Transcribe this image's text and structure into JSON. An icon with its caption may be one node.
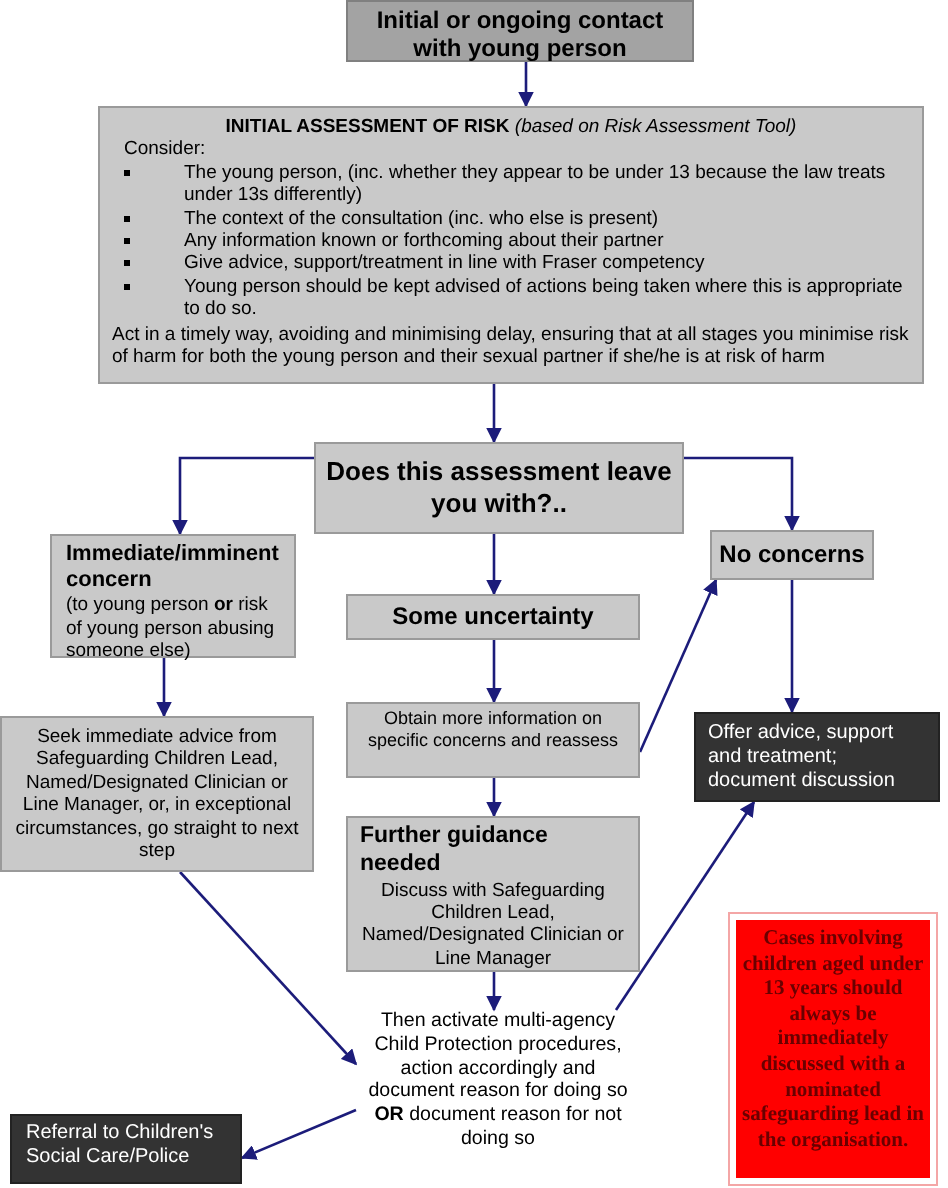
{
  "diagram": {
    "nodes": [
      {
        "text": [
          "Initial or ongoing contact with young person"
        ]
      },
      {
        "text": [
          "**INITIAL ASSESSMENT OF RISK** *(based on Risk Assessment Tool)*",
          "Consider:",
          "The young person, (inc. whether they appear to be under 13 because the law treats under 13s differently)",
          "The context of the consultation (inc. who else is present)",
          "Any information known or forthcoming about their partner",
          "Give advice, support/treatment in line with Fraser competency",
          "Young person should be kept advised of actions being taken where this is appropriate to do so.",
          "Act in a timely way, avoiding and minimising delay, ensuring that at all stages you minimise risk of harm for both the young person and their sexual partner if she/he is at risk of harm"
        ]
      },
      {
        "text": [
          "Does this assessment leave you with?.."
        ]
      },
      {
        "text": [
          "Immediate/imminent concern",
          "(to young person **or** risk of young person abusing someone else)"
        ]
      },
      {
        "text": [
          "No concerns"
        ]
      },
      {
        "text": [
          "Some uncertainty"
        ]
      },
      {
        "text": [
          "Seek immediate advice from Safeguarding Children Lead, Named/Designated Clinician or Line Manager, or, in exceptional circumstances, go straight to next step"
        ]
      },
      {
        "text": [
          "Obtain more information on specific concerns and reassess"
        ]
      },
      {
        "text": [
          "Offer advice, support and treatment; document discussion"
        ]
      },
      {
        "text": [
          "Further guidance needed",
          "Discuss with Safeguarding Children Lead, Named/Designated Clinician or Line Manager"
        ]
      },
      {
        "text": [
          "Then activate multi-agency Child Protection procedures, action accordingly and document reason for doing so **OR** document reason for not doing so"
        ]
      },
      {
        "text": [
          "Referral to Children's Social Care/Police"
        ]
      },
      {
        "text": [
          "Cases involving children aged under 13 years should always be immediately discussed with a nominated safeguarding lead in the organisation."
        ]
      }
    ],
    "edges": [
      {
        "from": 0,
        "to": 1,
        "arrow": "to"
      },
      {
        "from": 1,
        "to": 2,
        "arrow": "to"
      },
      {
        "from": 2,
        "to": 3,
        "arrow": "to"
      },
      {
        "from": 2,
        "to": 4,
        "arrow": "to"
      },
      {
        "from": 2,
        "to": 5,
        "arrow": "to"
      },
      {
        "from": 3,
        "to": 6,
        "arrow": "to"
      },
      {
        "from": 5,
        "to": 7,
        "arrow": "to"
      },
      {
        "from": 7,
        "to": 4,
        "arrow": "to"
      },
      {
        "from": 4,
        "to": 8,
        "arrow": "to"
      },
      {
        "from": 7,
        "to": 9,
        "arrow": "to"
      },
      {
        "from": 9,
        "to": 10,
        "arrow": "to"
      },
      {
        "from": 6,
        "to": 10,
        "arrow": "to"
      },
      {
        "from": 10,
        "to": 11,
        "arrow": "to"
      },
      {
        "from": 10,
        "to": 8,
        "arrow": "to"
      }
    ]
  }
}
